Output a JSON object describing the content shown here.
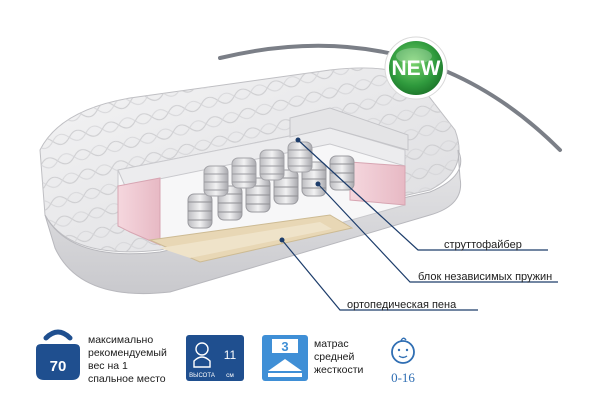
{
  "badge": {
    "text": "NEW",
    "color": "#3aa843"
  },
  "callouts": [
    {
      "id": "strutto",
      "text": "струттофайбер"
    },
    {
      "id": "springs",
      "text": "блок независимых пружин"
    },
    {
      "id": "foam",
      "text": "ортопедическая пена"
    }
  ],
  "features": {
    "weight": {
      "value": "70",
      "lines": [
        "максимально",
        "рекомендуемый",
        "вес на 1",
        "спальное место"
      ],
      "color": "#1f4f8f"
    },
    "height": {
      "value": "11",
      "unit": "см",
      "caption": "ВЫСОТА",
      "color": "#1f4f8f"
    },
    "firmness": {
      "value": "3",
      "lines": [
        "матрас",
        "средней",
        "жесткости"
      ],
      "color": "#3f8fd6"
    },
    "age": {
      "value": "0-16",
      "color": "#2f6eb3"
    }
  },
  "colors": {
    "line": "#1d3d6b",
    "accent": "#e7b9c4",
    "foam": "#e8d7b5"
  }
}
